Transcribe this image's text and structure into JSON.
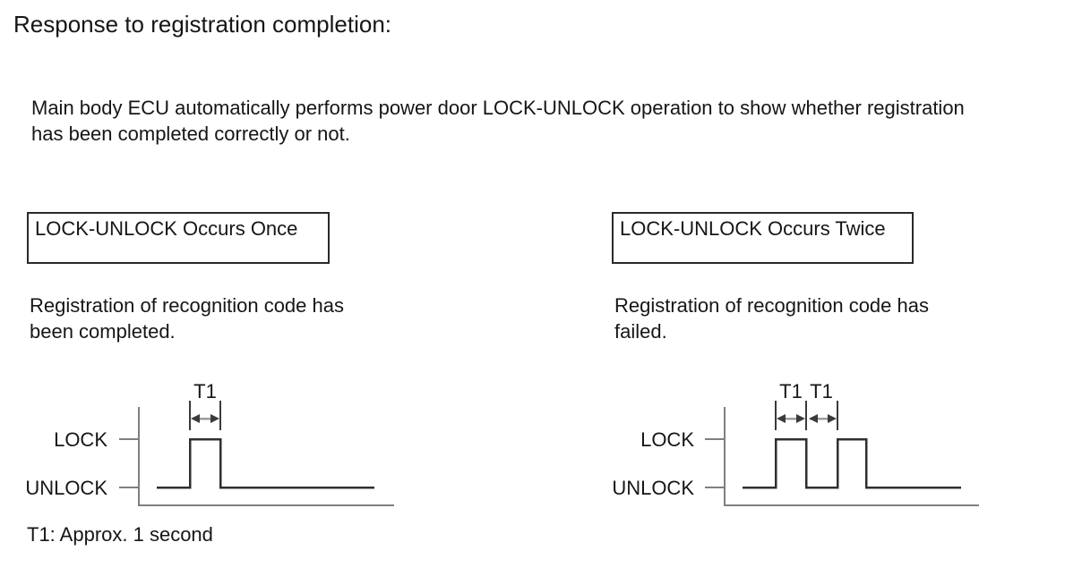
{
  "page": {
    "title": "Response to registration completion:",
    "description_lines": [
      "Main body ECU automatically performs power door LOCK-UNLOCK operation to show whether registration",
      "has been completed correctly or not."
    ],
    "footnote": "T1: Approx. 1 second"
  },
  "colors": {
    "background": "#ffffff",
    "text": "#161616",
    "box_border": "#2a2a2a",
    "waveform_line": "#2f2f2f",
    "axis_line": "#7f7f7f",
    "arrow_shaft": "#9b9b9b",
    "arrow_head": "#3a3a3a"
  },
  "panels": [
    {
      "box_label": "LOCK-UNLOCK Occurs Once",
      "caption_lines": [
        "Registration of recognition code has",
        "been completed."
      ],
      "diagram": {
        "lock_label": "LOCK",
        "unlock_label": "UNLOCK",
        "interval_labels": [
          "T1"
        ],
        "pulse_count": 1
      }
    },
    {
      "box_label": "LOCK-UNLOCK Occurs Twice",
      "caption_lines": [
        "Registration of recognition code has",
        "failed."
      ],
      "diagram": {
        "lock_label": "LOCK",
        "unlock_label": "UNLOCK",
        "interval_labels": [
          "T1",
          "T1"
        ],
        "pulse_count": 2
      }
    }
  ]
}
